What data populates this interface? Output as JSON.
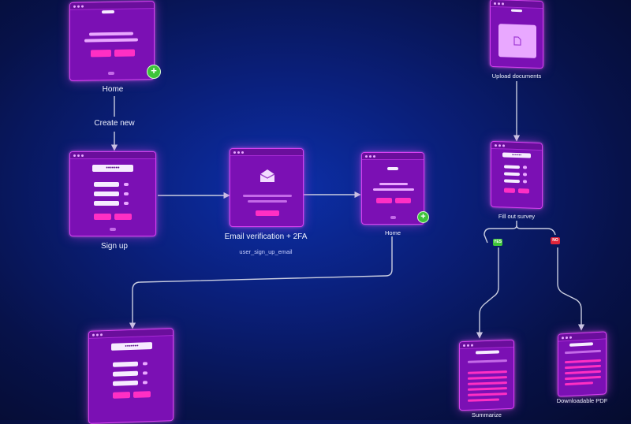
{
  "labels": {
    "home_top": "Home",
    "create_new": "Create new",
    "sign_up": "Sign up",
    "email_verification": "Email verification + 2FA",
    "user_sign_up_email": "user_sign_up_email",
    "home_mid": "Home",
    "upload_documents": "Upload documents",
    "fill_out_survey": "Fill out survey",
    "summarize": "Summarize",
    "downloadable_pdf": "Downloadable PDF"
  },
  "password_mask": "•••••••",
  "badges": {
    "yes": "YES",
    "no": "NO"
  },
  "colors": {
    "card": "#7b10b4",
    "card_border": "#d640f0",
    "accent_pink": "#ff2fc4",
    "connector": "#c9cde0",
    "yes_badge": "#3ec43a",
    "no_badge": "#e0253a"
  },
  "icons": {
    "add": "plus-circle-icon",
    "mail": "envelope-icon",
    "document": "document-icon"
  }
}
